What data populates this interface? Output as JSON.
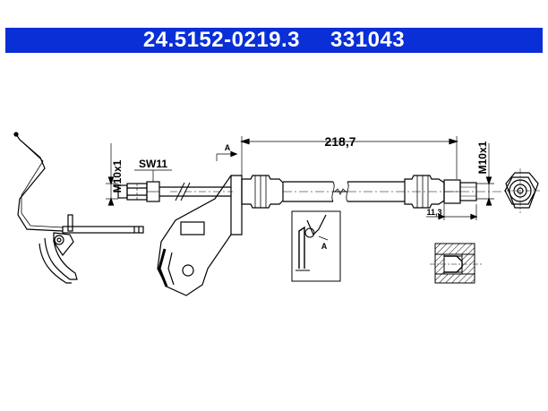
{
  "header": {
    "part_number": "24.5152-0219.3",
    "ref_number": "331043",
    "background_color": "#0a2fd6",
    "text_color": "#ffffff"
  },
  "drawing": {
    "length": "218,7",
    "thread_left": "M10x1",
    "thread_right": "M10x1",
    "wrench_size": "SW11",
    "fitting_length": "11,3",
    "section_label_top": "A",
    "section_label_detail": "A"
  }
}
